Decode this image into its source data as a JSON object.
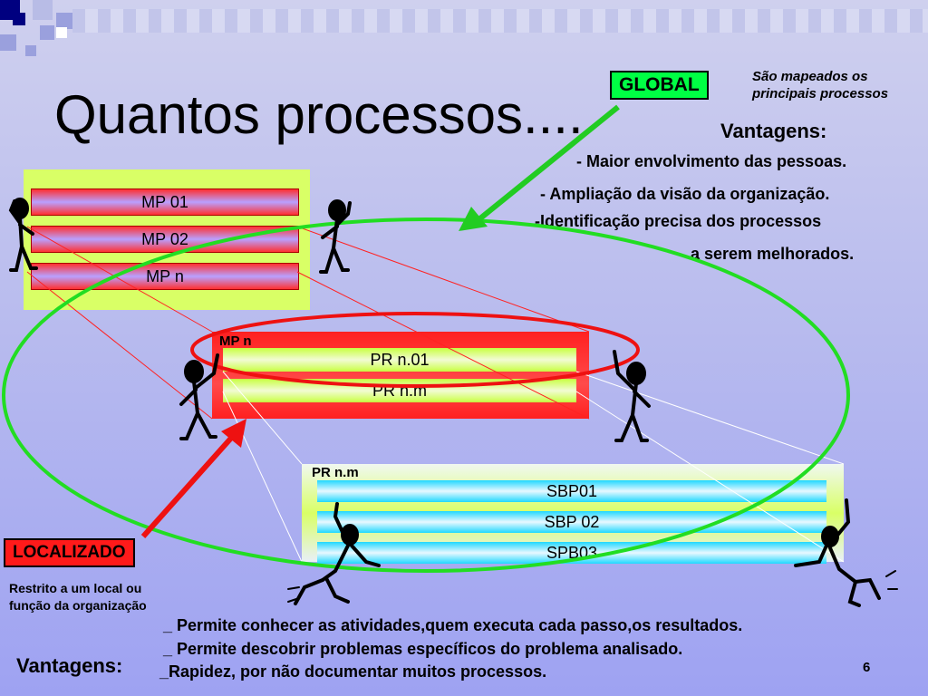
{
  "slide": {
    "title": "Quantos processos....",
    "page_number": "6"
  },
  "global": {
    "label": "GLOBAL",
    "note": [
      "São mapeados os",
      "principais processos"
    ],
    "advantages_label": "Vantagens:",
    "advantages": [
      "- Maior envolvimento das pessoas.",
      "-  Ampliação da visão da organização.",
      "-Identificação precisa dos processos",
      "a serem melhorados."
    ]
  },
  "macro_processes": [
    "MP 01",
    "MP 02",
    "MP  n"
  ],
  "processes": {
    "label": "MP n",
    "items": [
      "PR n.01",
      "PR n.m"
    ]
  },
  "subprocesses": {
    "label": "PR n.m",
    "items": [
      "SBP01",
      "SBP 02",
      "SPB03"
    ]
  },
  "localizado": {
    "label": "LOCALIZADO",
    "note": [
      "Restrito a um local ou",
      "função da organização"
    ],
    "advantages_label": "Vantagens:",
    "advantages": [
      "_ Permite conhecer as atividades,quem executa cada passo,os resultados.",
      "_ Permite descobrir problemas específicos do problema analisado.",
      "_Rapidez, por não documentar muitos processos."
    ]
  },
  "colors": {
    "green_arrow": "#22cc22",
    "red_arrow": "#ee1111",
    "ellipse_green": "#22dd22",
    "ellipse_red": "#ee1111"
  }
}
